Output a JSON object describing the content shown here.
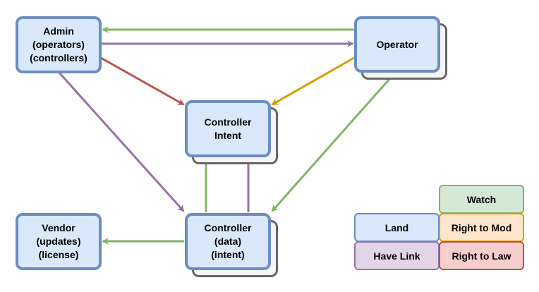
{
  "nodes": {
    "admin": {
      "label": "Admin\n(operators)\n(controllers)"
    },
    "operator": {
      "label": "Operator"
    },
    "controller_intent": {
      "label": "Controller\nIntent"
    },
    "vendor": {
      "label": "Vendor\n(updates)\n(license)"
    },
    "controller_data": {
      "label": "Controller\n(data)\n(intent)"
    }
  },
  "edges": [
    {
      "from": "operator",
      "to": "admin",
      "type": "Watch",
      "color": "#82b366"
    },
    {
      "from": "admin",
      "to": "operator",
      "type": "Have Link",
      "color": "#9673a6"
    },
    {
      "from": "admin",
      "to": "controller_intent",
      "type": "Right to Law",
      "color": "#b85450"
    },
    {
      "from": "operator",
      "to": "controller_intent",
      "type": "Right to Mod",
      "color": "#d79b00"
    },
    {
      "from": "admin",
      "to": "controller_data",
      "type": "Have Link",
      "color": "#9673a6"
    },
    {
      "from": "operator",
      "to": "controller_data",
      "type": "Watch",
      "color": "#82b366"
    },
    {
      "from": "controller_data",
      "to": "controller_intent",
      "type": "Watch",
      "color": "#82b366"
    },
    {
      "from": "controller_data",
      "to": "controller_intent",
      "type": "Have Link",
      "color": "#9673a6"
    },
    {
      "from": "controller_data",
      "to": "vendor",
      "type": "Watch",
      "color": "#82b366"
    }
  ],
  "legend": {
    "watch": {
      "label": "Watch",
      "fill": "#d5e8d4",
      "stroke": "#82b366"
    },
    "land": {
      "label": "Land",
      "fill": "#dae8fc",
      "stroke": "#6c8ebf"
    },
    "right_to_mod": {
      "label": "Right to Mod",
      "fill": "#ffe6cc",
      "stroke": "#d79b00"
    },
    "have_link": {
      "label": "Have Link",
      "fill": "#e1d5e7",
      "stroke": "#9673a6"
    },
    "right_to_law": {
      "label": "Right to Law",
      "fill": "#f8cecc",
      "stroke": "#b85450"
    }
  }
}
